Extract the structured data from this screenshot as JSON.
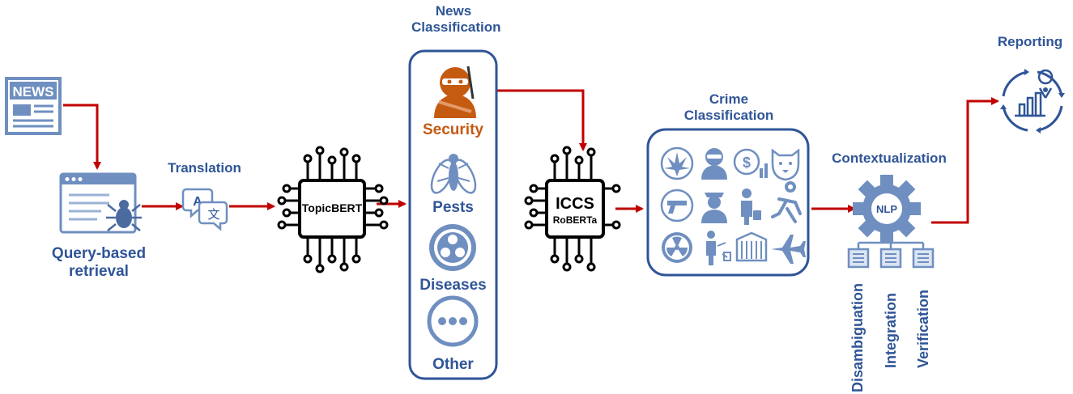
{
  "stages": {
    "news_classification": "News\nClassification",
    "query_retrieval": "Query-based\nretrieval",
    "translation": "Translation",
    "crime_classification": "Crime\nClassification",
    "contextualization": "Contextualization",
    "reporting": "Reporting"
  },
  "models": {
    "topicbert": "TopicBERT",
    "iccs": "ICCS",
    "roberta": "RoBERTa"
  },
  "news_categories": [
    "Security",
    "Pests",
    "Diseases",
    "Other"
  ],
  "news_icon_label": "NEWS",
  "translate_glyphs": {
    "a": "A",
    "b": "文"
  },
  "nlp_label": "NLP",
  "context_steps": [
    "Disambiguation",
    "Integration",
    "Verification"
  ],
  "colors": {
    "primary": "#2f5597",
    "arrow": "#c00000",
    "security": "#c55a11",
    "icon_fill": "#6f8fc0"
  },
  "icons": {
    "news": "newspaper-icon",
    "crawler": "spider-browser-icon",
    "translate": "translate-icon",
    "security": "masked-attacker-icon",
    "pests": "fly-icon",
    "diseases": "biohazard-icon",
    "other": "ellipsis-icon",
    "reporting": "analytics-location-icon",
    "nlp": "gear-icon",
    "crime": [
      "cannabis-icon",
      "hooded-criminal-icon",
      "money-icon",
      "wildlife-icon",
      "pistol-icon",
      "police-officer-icon",
      "smuggler-icon",
      "body-outline-icon",
      "radioactive-icon",
      "trafficking-icon",
      "container-icon",
      "airplane-icon"
    ]
  }
}
